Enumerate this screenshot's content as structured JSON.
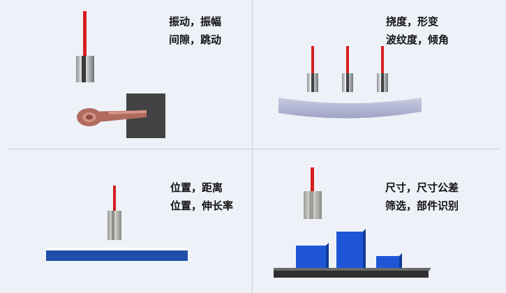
{
  "panels": {
    "vibration": {
      "line1": "振动，振幅",
      "line2": "间隙，跳动"
    },
    "deflection": {
      "line1": "挠度，形变",
      "line2": "波纹度，倾角"
    },
    "position": {
      "line1": "位置，距离",
      "line2": "位置，伸长率"
    },
    "sizing": {
      "line1": "尺寸，尺寸公差",
      "line2": "筛选，部件识别"
    }
  },
  "colors": {
    "sensor_cable": "#d81e1e",
    "conveyor_blue": "#1f4fa8",
    "block_blue": "#1e56d6",
    "background": "#eef2f8"
  }
}
